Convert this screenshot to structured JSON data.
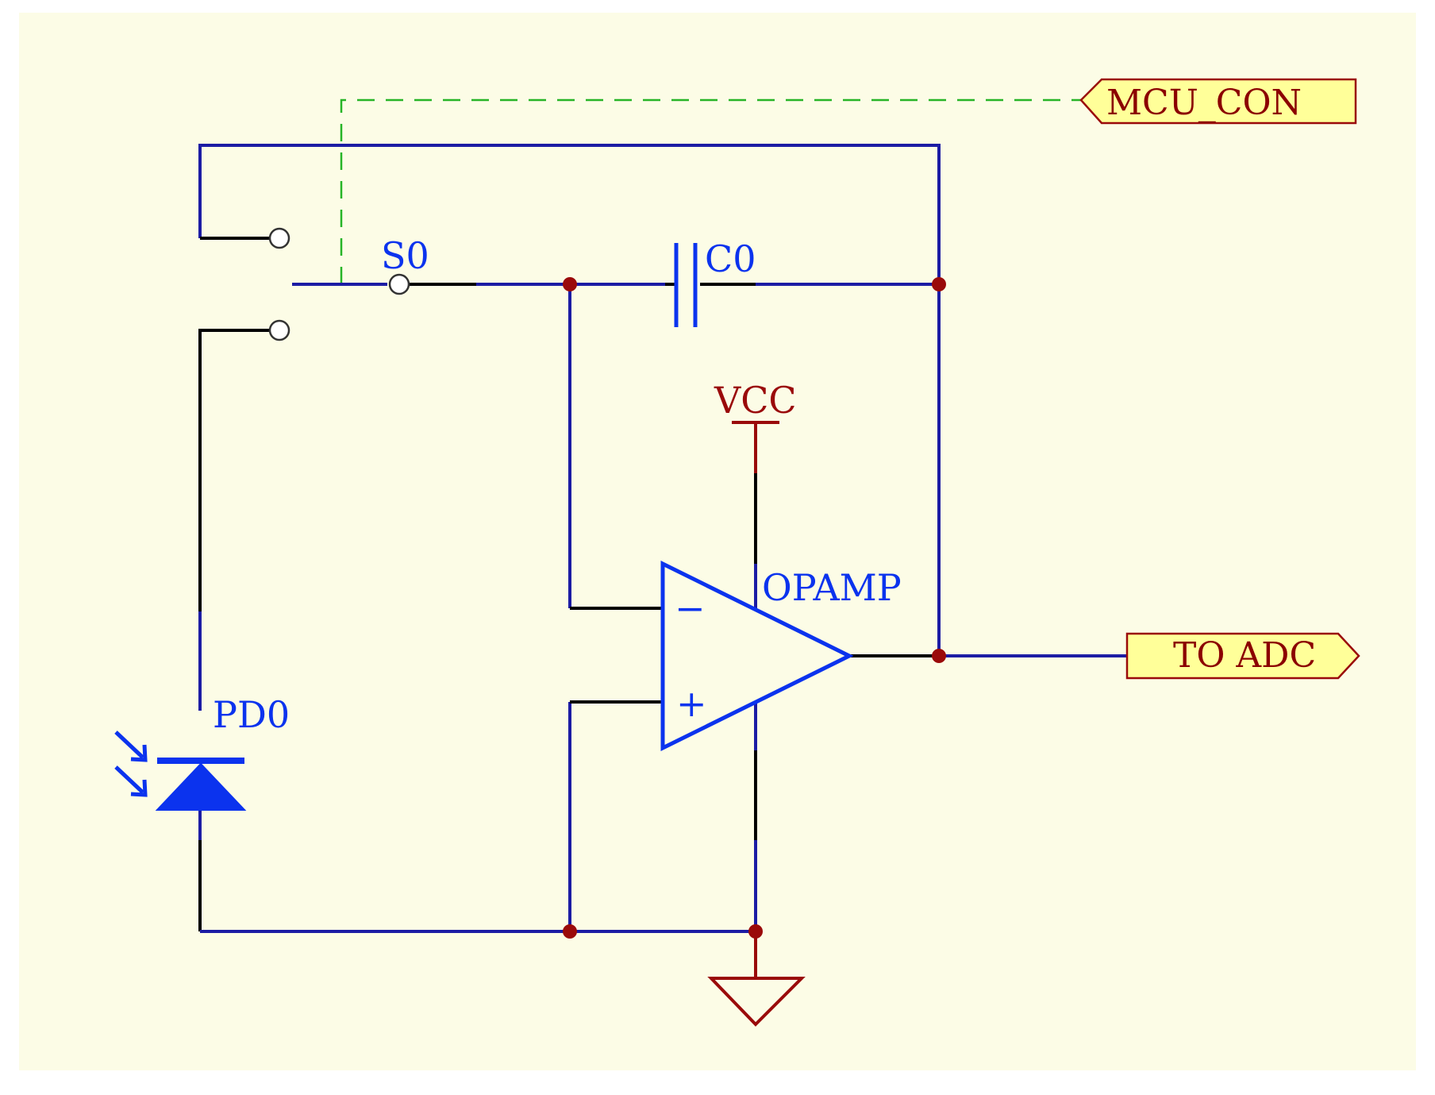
{
  "colors": {
    "sheet": "#fcfce6",
    "wire": "#1c1ca4",
    "component": "#0b33ee",
    "power": "#9a0a0a",
    "port_fill": "#ffff99",
    "control_line": "#27b427"
  },
  "components": {
    "switch": {
      "designator": "S0"
    },
    "capacitor": {
      "designator": "C0"
    },
    "opamp": {
      "designator": "OPAMP",
      "minus": "−",
      "plus": "+"
    },
    "photodiode": {
      "designator": "PD0"
    }
  },
  "power": {
    "vcc_label": "VCC",
    "ground": "ground-symbol"
  },
  "ports": {
    "control": {
      "name": "MCU_CON",
      "direction": "input"
    },
    "output": {
      "name": "TO ADC",
      "direction": "output"
    }
  }
}
